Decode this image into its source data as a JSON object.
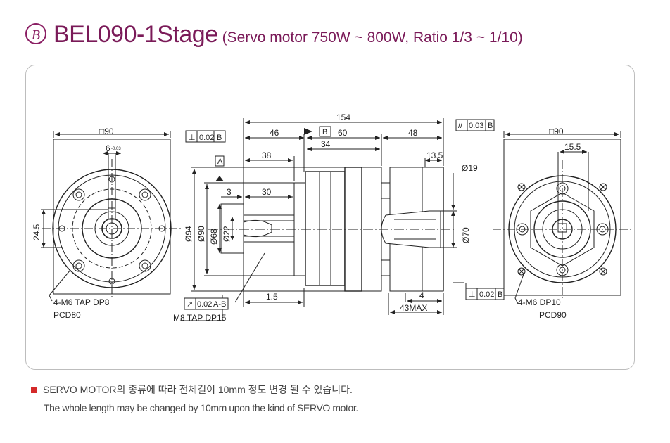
{
  "header": {
    "badge": "B",
    "model": "BEL090-1Stage",
    "spec": "(Servo motor 750W ~ 800W, Ratio 1/3 ~ 1/10)"
  },
  "drawing": {
    "left_view": {
      "square": "□90",
      "keyway": "6",
      "keyway_tol": "-0.03",
      "key_height": "24.5",
      "tap_label": "4-M6 TAP DP8",
      "pcd_label": "PCD80"
    },
    "side_view": {
      "overall": "154",
      "seg_46": "46",
      "seg_60": "60",
      "seg_48": "48",
      "seg_34": "34",
      "seg_38": "38",
      "seg_3": "3",
      "seg_30": "30",
      "seg_13_5": "13.5",
      "dia_94": "Ø94",
      "dia_90": "Ø90",
      "dia_68": "Ø68",
      "dia_22": "Ø22",
      "dia_19": "Ø19",
      "dia_70": "Ø70",
      "seg_1_5": "1.5",
      "seg_4": "4",
      "seg_43max": "43MAX",
      "datum_a": "A",
      "datum_b": "B",
      "gdt_perp_b": "0.02",
      "gdt_parallel_b": "0.03",
      "gdt_runout_ab": "0.02",
      "gdt_perp_b2": "0.02",
      "m8_label": "M8 TAP DP15"
    },
    "right_view": {
      "square": "□90",
      "bore_key": "15.5",
      "tap_label": "4-M6  DP10",
      "pcd_label": "PCD90"
    }
  },
  "notes": {
    "korean": "SERVO MOTOR의 종류에 따라 전체길이 10mm 정도 변경 될 수 있습니다.",
    "english": "The whole length may be changed by 10mm upon the kind of SERVO motor."
  },
  "colors": {
    "title": "#7a1a58",
    "badge": "#8a1e63",
    "bullet": "#d42a2a"
  }
}
